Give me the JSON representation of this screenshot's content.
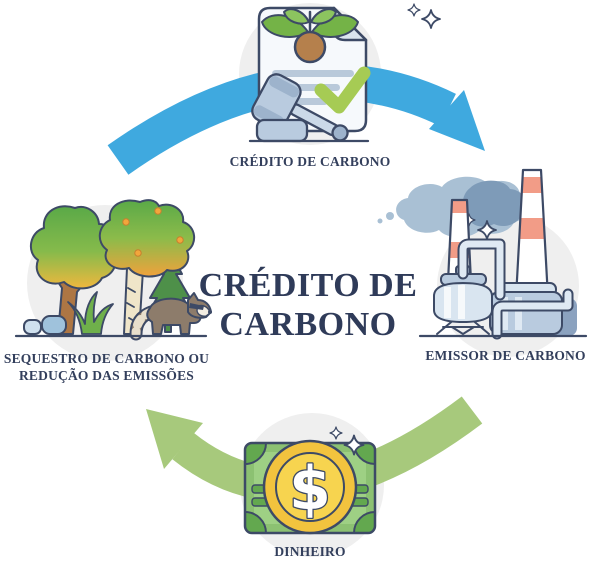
{
  "diagram": {
    "center_title": {
      "line1": "CRÉDITO DE",
      "line2": "CARBONO"
    },
    "nodes": {
      "credit": {
        "position": "top",
        "label": "CRÉDITO DE CARBONO",
        "icon": "certificate-plant-gavel-icon"
      },
      "emitter": {
        "position": "right",
        "label": "EMISSOR DE CARBONO",
        "icon": "factory-smoke-icon"
      },
      "money": {
        "position": "bottom",
        "label": "DINHEIRO",
        "icon": "banknote-dollar-coin-icon"
      },
      "sequestration": {
        "position": "left",
        "label_line1": "SEQUESTRO DE CARBONO OU",
        "label_line2": "REDUÇÃO DAS EMISSÕES",
        "icon": "forest-raccoon-icon"
      }
    },
    "flows": {
      "top_arrow": {
        "direction": "left-to-right",
        "color": "#3fa9df"
      },
      "bottom_arrow": {
        "direction": "right-to-left",
        "color": "#a7c97c"
      }
    },
    "colors": {
      "title_navy": "#2f3b59",
      "outline_navy": "#3d4a66",
      "arrow_blue": "#3fa9df",
      "arrow_green": "#a7c97c",
      "check_green": "#a6cb54",
      "coin_gold": "#f2c33e",
      "banknote_green": "#8cc172",
      "smoke_gray": "#a9c0d4",
      "icon_circle_bg": "#efefef"
    }
  }
}
